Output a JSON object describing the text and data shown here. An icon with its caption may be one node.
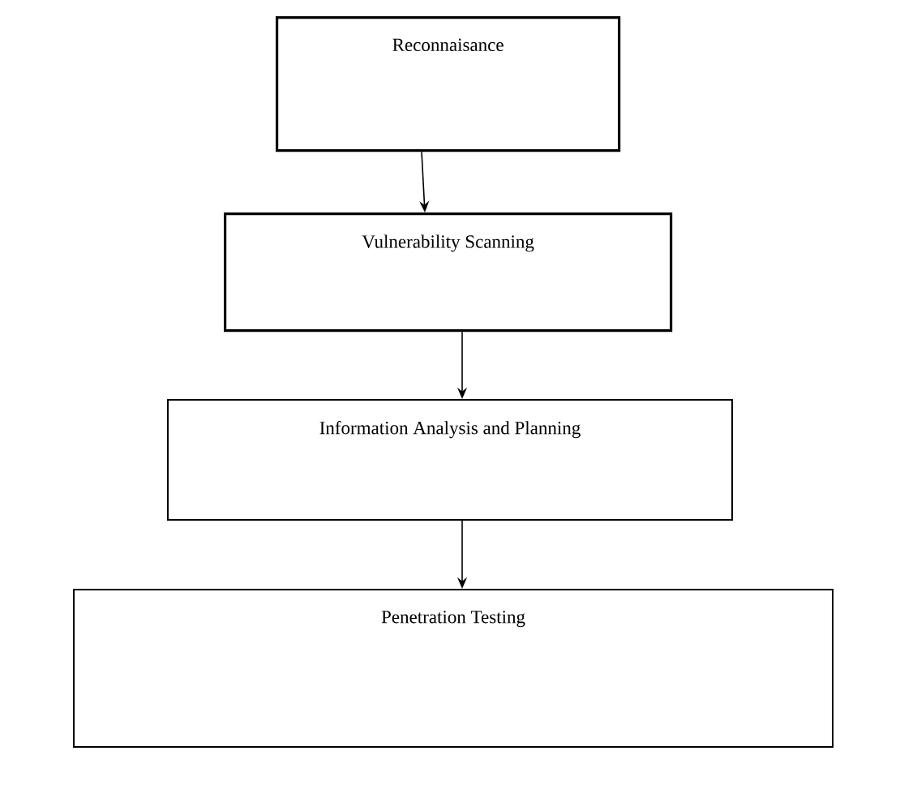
{
  "diagram": {
    "nodes": [
      {
        "text": [
          "Reconnaisance"
        ]
      },
      {
        "text": [
          "Vulnerability Scanning"
        ]
      },
      {
        "text": [
          "Information Analysis and Planning"
        ]
      },
      {
        "text": [
          "Penetration Testing"
        ]
      }
    ],
    "edges": [
      {
        "from": 0,
        "to": 1,
        "arrow": "to"
      },
      {
        "from": 1,
        "to": 2,
        "arrow": "to"
      },
      {
        "from": 2,
        "to": 3,
        "arrow": "to"
      }
    ]
  }
}
